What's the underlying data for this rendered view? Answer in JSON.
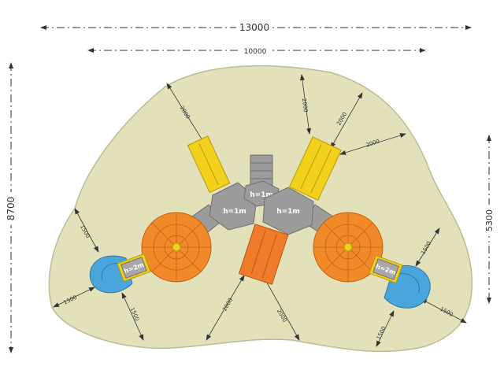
{
  "colors": {
    "ground": "#e3e1b9",
    "ground_stroke": "#bdbb96",
    "platform": "#9c9c9c",
    "platform_stroke": "#6f6f6f",
    "roof": "#f28a2a",
    "roof_stroke": "#c05f10",
    "slide_yellow": "#f2d01b",
    "slide_blue": "#4aa5dc",
    "slide_orange": "#ef7b2a",
    "dimension_line": "#333333"
  },
  "dimensions": {
    "overall_width": "13000",
    "inner_width": "10000",
    "overall_height": "8700",
    "right_height": "5300",
    "clearances": [
      "2000",
      "2000",
      "2000",
      "2000",
      "2000",
      "2000",
      "1500",
      "1500",
      "1500",
      "1500",
      "1500",
      "1500"
    ]
  },
  "platforms": {
    "center_top": "h=1m",
    "left": "h=1m",
    "right": "h=1m",
    "left_tower": "h=2m",
    "right_tower": "h=2m"
  }
}
